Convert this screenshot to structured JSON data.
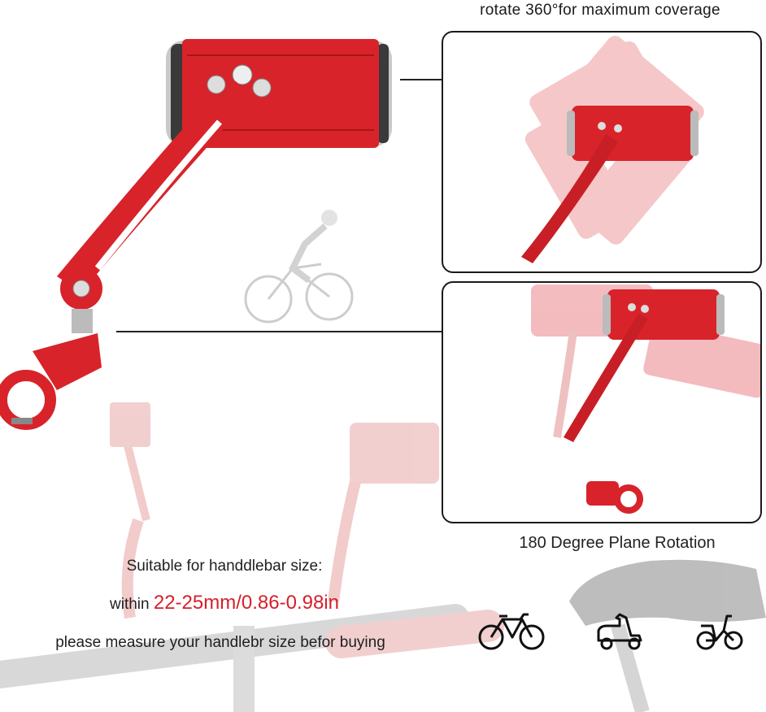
{
  "captions": {
    "rotate": "rotate 360°for maximum coverage",
    "plane": "180 Degree Plane Rotation"
  },
  "fit": {
    "line1": "Suitable for handdlebar size:",
    "line2_prefix": "within ",
    "line2_size": "22-25mm/0.86-0.98in",
    "line3": "please measure your handlebr size befor buying"
  },
  "icons": [
    "bicycle-icon",
    "scooter-icon",
    "moped-icon"
  ],
  "colors": {
    "mirror_red": "#d8232a",
    "highlight": "#d61f2a",
    "outline": "#1a1a1a"
  }
}
